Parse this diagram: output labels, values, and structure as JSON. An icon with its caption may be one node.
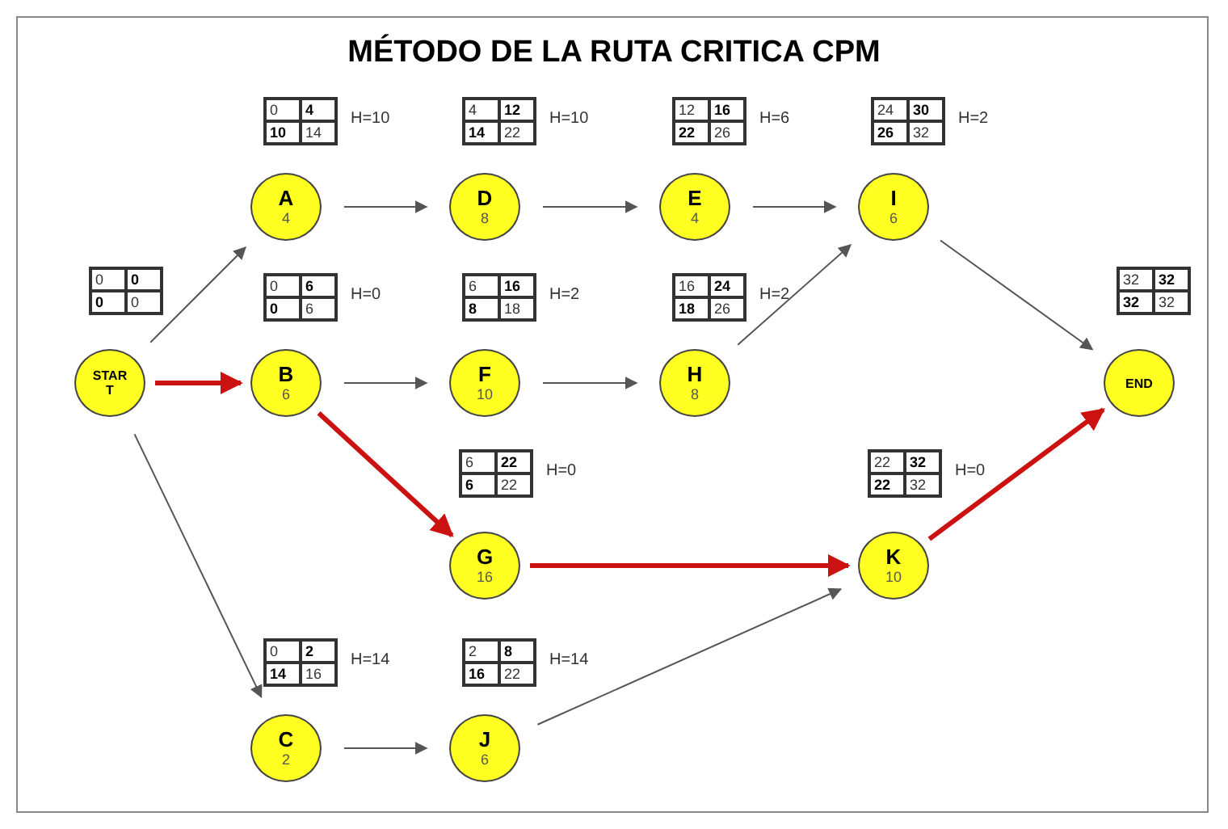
{
  "diagram": {
    "title": "MÉTODO DE LA RUTA CRITICA CPM",
    "nodes": [
      {
        "text": [
          "STAR T"
        ],
        "beside": [
          "0",
          "0",
          "0",
          "0"
        ]
      },
      {
        "text": [
          "A",
          "4"
        ],
        "beside": [
          "0",
          "4",
          "10",
          "14",
          "H=10"
        ]
      },
      {
        "text": [
          "D",
          "8"
        ],
        "beside": [
          "4",
          "12",
          "14",
          "22",
          "H=10"
        ]
      },
      {
        "text": [
          "E",
          "4"
        ],
        "beside": [
          "12",
          "16",
          "22",
          "26",
          "H=6"
        ]
      },
      {
        "text": [
          "I",
          "6"
        ],
        "beside": [
          "24",
          "30",
          "26",
          "32",
          "H=2"
        ]
      },
      {
        "text": [
          "B",
          "6"
        ],
        "beside": [
          "0",
          "6",
          "0",
          "6",
          "H=0"
        ]
      },
      {
        "text": [
          "F",
          "10"
        ],
        "beside": [
          "6",
          "16",
          "8",
          "18",
          "H=2"
        ]
      },
      {
        "text": [
          "H",
          "8"
        ],
        "beside": [
          "16",
          "24",
          "18",
          "26",
          "H=2"
        ]
      },
      {
        "text": [
          "END"
        ],
        "beside": [
          "32",
          "32",
          "32",
          "32"
        ]
      },
      {
        "text": [
          "G",
          "16"
        ],
        "beside": [
          "6",
          "22",
          "6",
          "22",
          "H=0"
        ]
      },
      {
        "text": [
          "K",
          "10"
        ],
        "beside": [
          "22",
          "32",
          "22",
          "32",
          "H=0"
        ]
      },
      {
        "text": [
          "C",
          "2"
        ],
        "beside": [
          "0",
          "2",
          "14",
          "16",
          "H=14"
        ]
      },
      {
        "text": [
          "J",
          "6"
        ],
        "beside": [
          "2",
          "8",
          "16",
          "22",
          "H=14"
        ]
      }
    ],
    "edges": [
      {
        "from": 0,
        "to": 1,
        "arrow": "to"
      },
      {
        "from": 0,
        "to": 5,
        "arrow": "to",
        "style": "thick",
        "color": "#cc1111"
      },
      {
        "from": 0,
        "to": 11,
        "arrow": "to"
      },
      {
        "from": 1,
        "to": 2,
        "arrow": "to"
      },
      {
        "from": 2,
        "to": 3,
        "arrow": "to"
      },
      {
        "from": 3,
        "to": 4,
        "arrow": "to"
      },
      {
        "from": 4,
        "to": 8,
        "arrow": "to"
      },
      {
        "from": 5,
        "to": 6,
        "arrow": "to"
      },
      {
        "from": 6,
        "to": 7,
        "arrow": "to"
      },
      {
        "from": 7,
        "to": 4,
        "arrow": "to"
      },
      {
        "from": 5,
        "to": 9,
        "arrow": "to",
        "style": "thick",
        "color": "#cc1111"
      },
      {
        "from": 9,
        "to": 10,
        "arrow": "to",
        "style": "thick",
        "color": "#cc1111"
      },
      {
        "from": 10,
        "to": 8,
        "arrow": "to",
        "style": "thick",
        "color": "#cc1111"
      },
      {
        "from": 11,
        "to": 12,
        "arrow": "to"
      },
      {
        "from": 12,
        "to": 10,
        "arrow": "to"
      }
    ]
  }
}
